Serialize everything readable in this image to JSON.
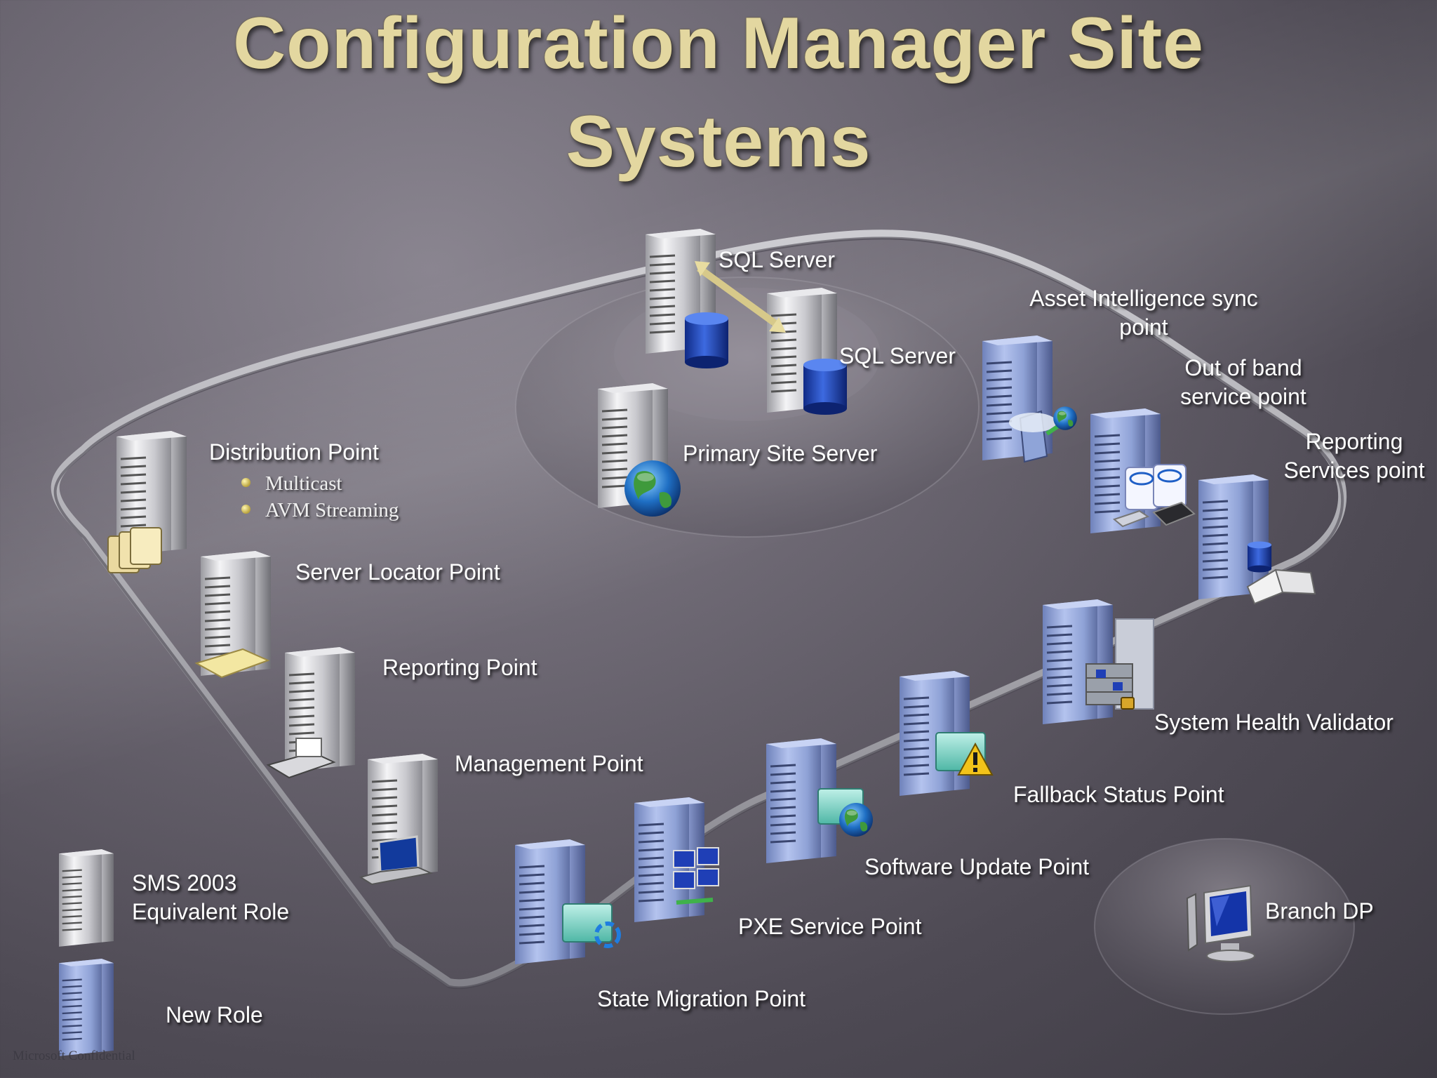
{
  "title": {
    "line1": "Configuration Manager Site",
    "line2": "Systems"
  },
  "center": {
    "sql_server_1": "SQL Server",
    "sql_server_2": "SQL Server",
    "primary_site_server": "Primary Site Server"
  },
  "roles": {
    "distribution_point": "Distribution Point",
    "distribution_point_features": [
      "Multicast",
      "AVM Streaming"
    ],
    "server_locator_point": "Server Locator Point",
    "reporting_point": "Reporting Point",
    "management_point": "Management Point",
    "state_migration_point": "State Migration Point",
    "pxe_service_point": "PXE Service Point",
    "software_update_point": "Software Update Point",
    "fallback_status_point": "Fallback Status Point",
    "system_health_validator": "System Health Validator",
    "reporting_services_point": [
      "Reporting",
      "Services point"
    ],
    "out_of_band_service_point": [
      "Out of band",
      "service point"
    ],
    "asset_intelligence_sync_point": [
      "Asset Intelligence sync",
      "point"
    ],
    "branch_dp": "Branch DP"
  },
  "legend": {
    "sms_2003": [
      "SMS 2003",
      "Equivalent Role"
    ],
    "new_role": "New Role"
  },
  "footer": "Microsoft Confidential",
  "colors": {
    "title": "#e3d7a0",
    "new_role_server": "#8fa2d6",
    "legacy_server": "#d4d4d8",
    "database": "#1d3fb0"
  }
}
